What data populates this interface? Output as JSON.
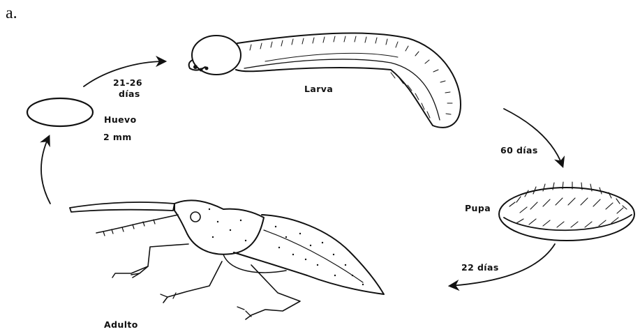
{
  "panel_letter": "a.",
  "stages": {
    "egg": {
      "name": "Huevo",
      "size": "2 mm"
    },
    "larva": {
      "name": "Larva"
    },
    "pupa": {
      "name": "Pupa"
    },
    "adult": {
      "name": "Adulto"
    }
  },
  "durations": {
    "egg_to_larva_range": "21-26",
    "egg_to_larva_unit": "días",
    "larva_to_pupa": "60 días",
    "pupa_to_adult": "22 días"
  }
}
